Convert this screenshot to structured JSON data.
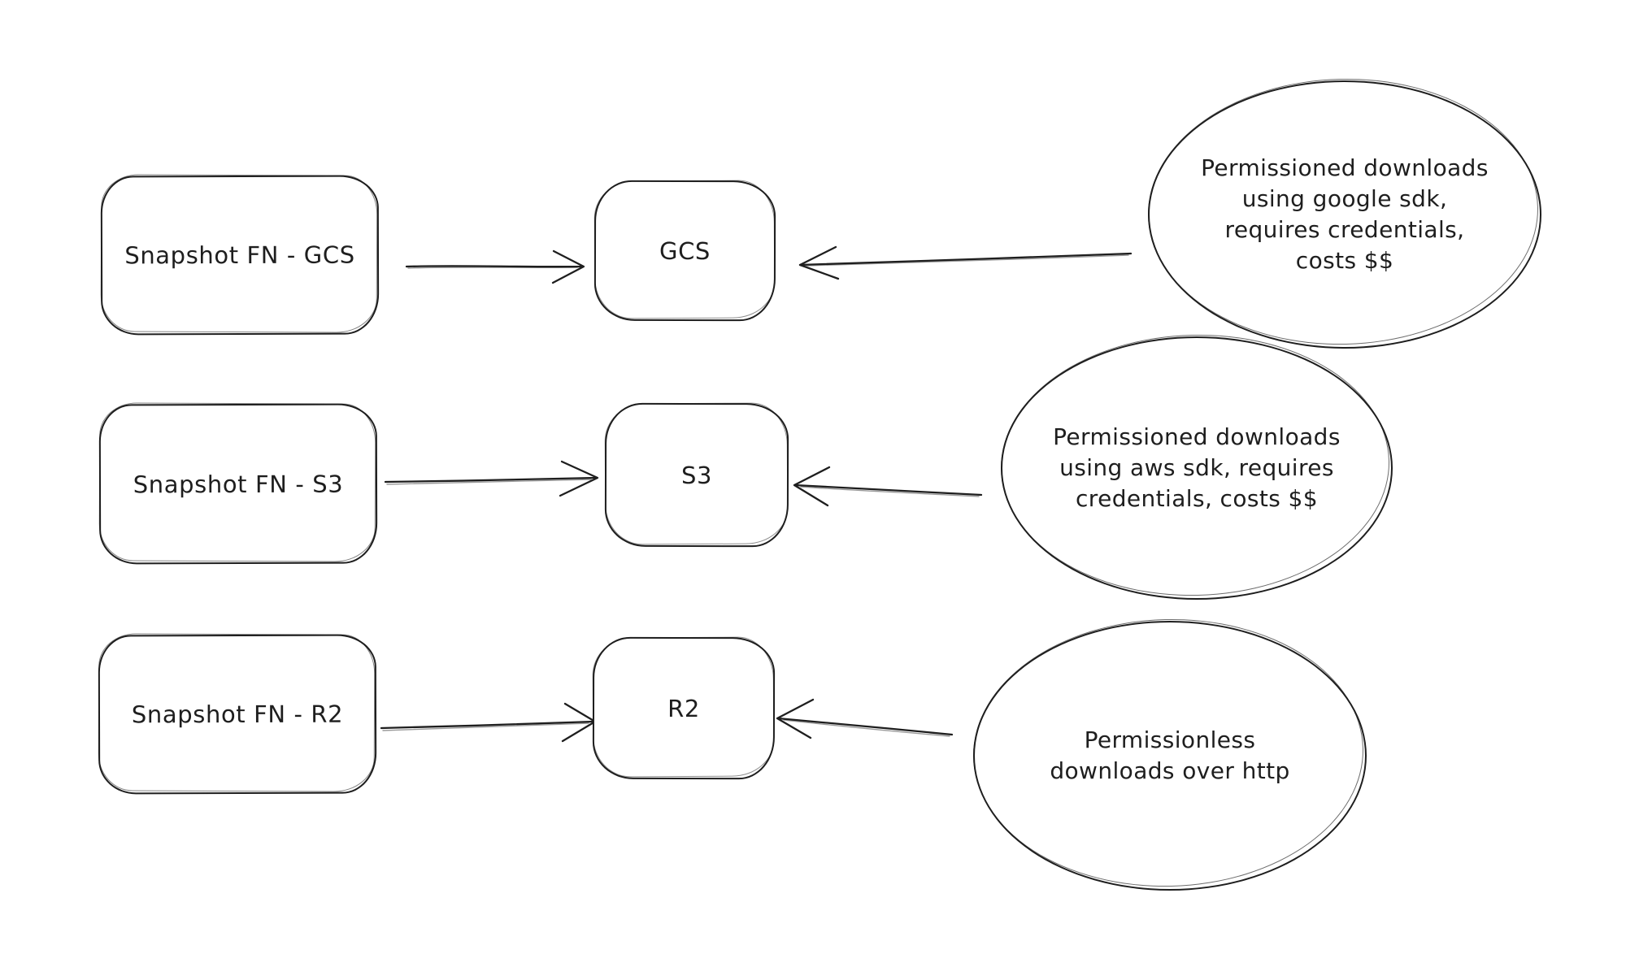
{
  "canvas": {
    "background_color": "#ffffff",
    "stroke_color": "#1e1e1e",
    "text_color": "#1e1e1e",
    "style": "hand-drawn sketch"
  },
  "nodes": {
    "snapshot_fn_gcs": {
      "label": "Snapshot FN - GCS",
      "shape": "rectangle"
    },
    "snapshot_fn_s3": {
      "label": "Snapshot FN - S3",
      "shape": "rectangle"
    },
    "snapshot_fn_r2": {
      "label": "Snapshot FN - R2",
      "shape": "rectangle"
    },
    "gcs": {
      "label": "GCS",
      "shape": "rounded-box"
    },
    "s3": {
      "label": "S3",
      "shape": "rounded-box"
    },
    "r2": {
      "label": "R2",
      "shape": "rounded-box"
    }
  },
  "notes": {
    "gcs": {
      "shape": "ellipse",
      "text": "Permissioned downloads using google sdk, requires credentials, costs $$",
      "lines": [
        "Permissioned downloads",
        "using google sdk,",
        "requires credentials,",
        "costs $$"
      ]
    },
    "s3": {
      "shape": "ellipse",
      "text": "Permissioned downloads using aws sdk, requires credentials, costs $$",
      "lines": [
        "Permissioned downloads",
        "using aws sdk, requires",
        "credentials, costs $$"
      ]
    },
    "r2": {
      "shape": "ellipse",
      "text": "Permissionless downloads over http",
      "lines": [
        "Permissionless",
        "downloads over http"
      ]
    }
  },
  "edges": [
    {
      "from": "snapshot_fn_gcs",
      "to": "gcs",
      "arrow": "forward"
    },
    {
      "from": "note_gcs",
      "to": "gcs",
      "arrow": "forward"
    },
    {
      "from": "snapshot_fn_s3",
      "to": "s3",
      "arrow": "forward"
    },
    {
      "from": "note_s3",
      "to": "s3",
      "arrow": "forward"
    },
    {
      "from": "snapshot_fn_r2",
      "to": "r2",
      "arrow": "forward"
    },
    {
      "from": "note_r2",
      "to": "r2",
      "arrow": "forward"
    }
  ]
}
